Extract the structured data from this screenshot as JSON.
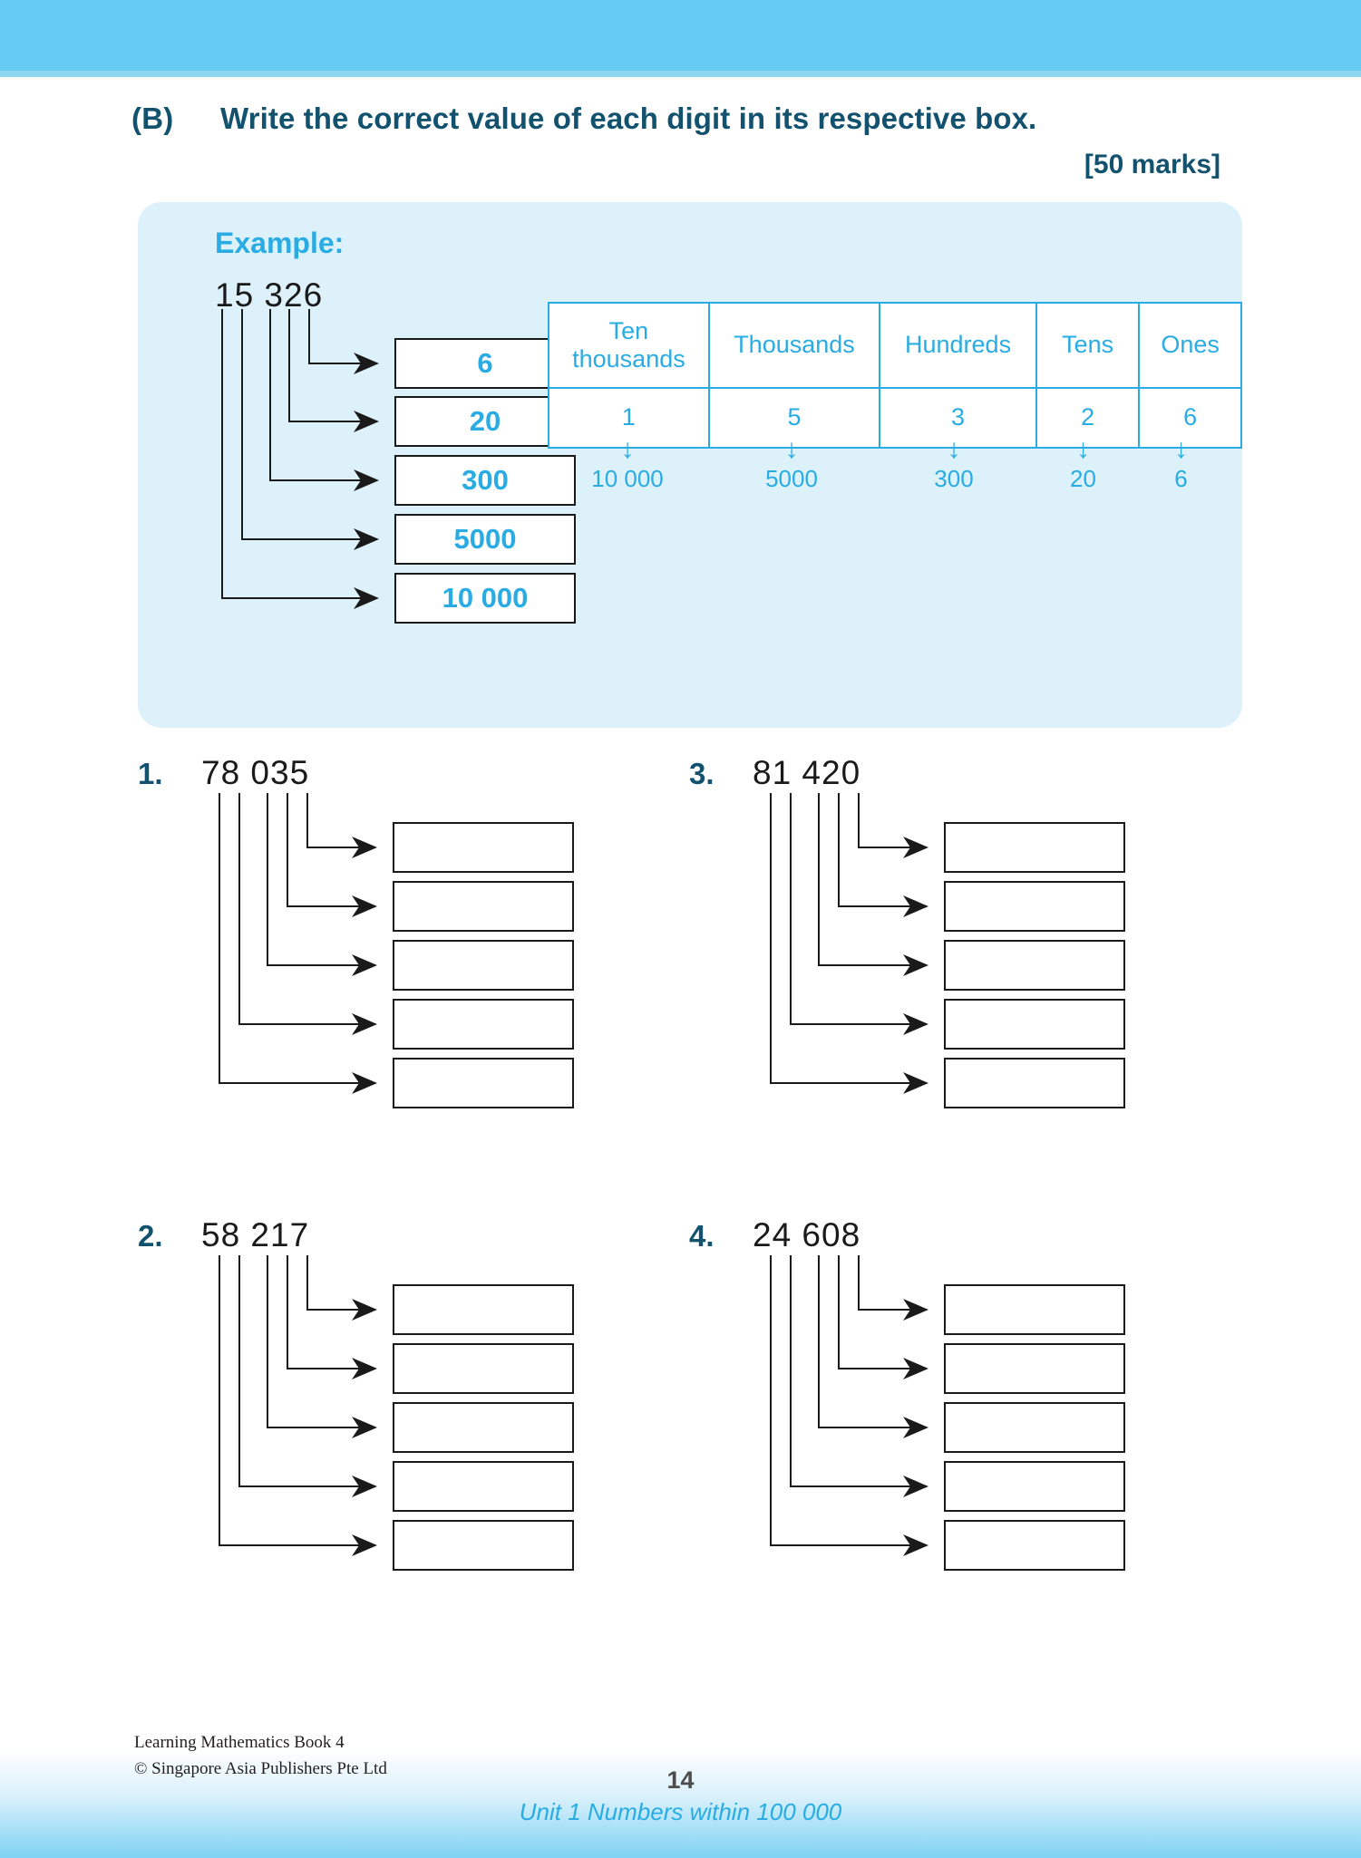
{
  "banner": {
    "top_color": "#66ccf3",
    "bottom_gradient_color": "#8ed8f5"
  },
  "header": {
    "letter": "(B)",
    "instruction": "Write the correct value of each digit in its respective box.",
    "marks": "[50 marks]",
    "heading_color": "#13526e"
  },
  "example": {
    "label": "Example:",
    "number": "15 326",
    "accent_color": "#29ace3",
    "panel_color": "#ddf1fb",
    "boxes": [
      "6",
      "20",
      "300",
      "5000",
      "10 000"
    ],
    "table": {
      "headers": [
        "Ten thousands",
        "Thousands",
        "Hundreds",
        "Tens",
        "Ones"
      ],
      "digits": [
        "1",
        "5",
        "3",
        "2",
        "6"
      ],
      "values": [
        "10 000",
        "5000",
        "300",
        "20",
        "6"
      ],
      "arrow_glyph": "↓",
      "border_color": "#29ace3"
    }
  },
  "questions": [
    {
      "number": "1.",
      "value": "78 035",
      "answers": [
        "",
        "",
        "",
        "",
        ""
      ]
    },
    {
      "number": "2.",
      "value": "58 217",
      "answers": [
        "",
        "",
        "",
        "",
        ""
      ]
    },
    {
      "number": "3.",
      "value": "81 420",
      "answers": [
        "",
        "",
        "",
        "",
        ""
      ]
    },
    {
      "number": "4.",
      "value": "24 608",
      "answers": [
        "",
        "",
        "",
        "",
        ""
      ]
    }
  ],
  "footer": {
    "book_title": "Learning Mathematics Book 4",
    "copyright": "© Singapore Asia Publishers Pte Ltd",
    "page_number": "14",
    "unit": "Unit 1  Numbers within 100 000"
  }
}
